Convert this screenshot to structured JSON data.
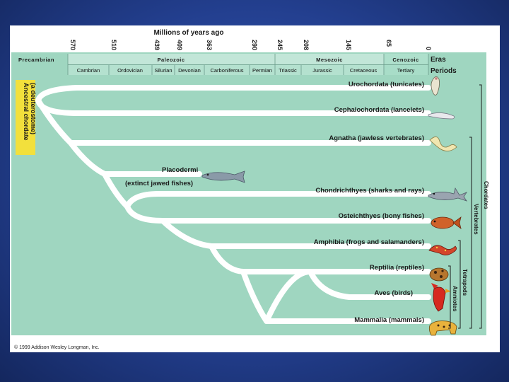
{
  "axis_title": "Millions of years ago",
  "ticks": [
    "570",
    "510",
    "439",
    "409",
    "363",
    "290",
    "245",
    "208",
    "145",
    "65",
    "0"
  ],
  "eras": {
    "precambrian": "Precambrian",
    "paleozoic": "Paleozoic",
    "mesozoic": "Mesozoic",
    "cenozoic": "Cenozoic",
    "label": "Eras"
  },
  "periods": {
    "items": [
      "Cambrian",
      "Ordovician",
      "Silurian",
      "Devonian",
      "Carboniferous",
      "Permian",
      "Triassic",
      "Jurassic",
      "Cretaceous",
      "Tertiary"
    ],
    "label": "Periods"
  },
  "ancestor": {
    "line1": "Ancestral chordate",
    "line2": "(a deuterostome)"
  },
  "taxa": [
    "Urochordata (tunicates)",
    "Cephalochordata (lancelets)",
    "Agnatha (jawless vertebrates)",
    "Chondrichthyes (sharks and rays)",
    "Osteichthyes (bony fishes)",
    "Amphibia (frogs and salamanders)",
    "Reptilia (reptiles)",
    "Aves (birds)",
    "Mammalia (mammals)"
  ],
  "placodermi": {
    "name": "Placodermi",
    "note": "(extinct jawed fishes)"
  },
  "groups": {
    "chordates": "Chordates",
    "vertebrates": "Vertebrates",
    "tetrapods": "Tetrapods",
    "amniotes": "Amniotes"
  },
  "copyright": "© 1999 Addison Wesley Longman, Inc.",
  "colors": {
    "diagram_bg": "#9fd6c0",
    "era_band": "#c2e6d8",
    "ancestor_box": "#f2e03c",
    "branch": "#ffffff"
  }
}
